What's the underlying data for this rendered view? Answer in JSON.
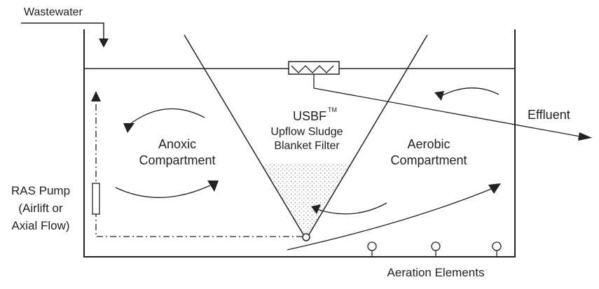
{
  "labels": {
    "wastewater": "Wastewater",
    "effluent": "Effluent",
    "usbf": "USBF",
    "trademark": "TM",
    "usbf_line1": "Upflow Sludge",
    "usbf_line2": "Blanket Filter",
    "anoxic_line1": "Anoxic",
    "anoxic_line2": "Compartment",
    "aerobic_line1": "Aerobic",
    "aerobic_line2": "Compartment",
    "ras_line1": "RAS Pump",
    "ras_line2": "(Airlift or",
    "ras_line3": "Axial Flow)",
    "aeration": "Aeration Elements"
  },
  "colors": {
    "line": "#222222",
    "sludge": "#9a9a9a"
  }
}
